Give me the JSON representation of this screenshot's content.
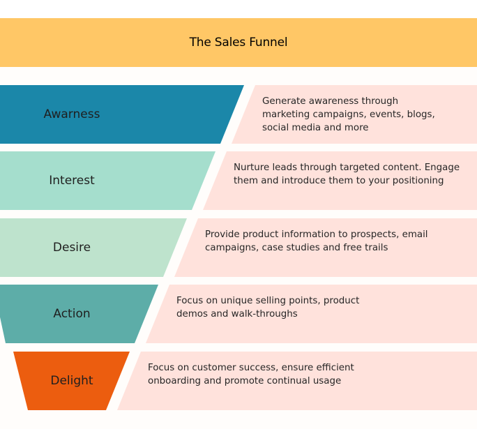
{
  "title": "The Sales Funnel",
  "stages": [
    {
      "label": "Awarness",
      "description": "Generate awareness through\nmarketing campaigns, events, blogs,\nsocial media and more",
      "color": "#1b87a9",
      "text_color": "#1f1f1f"
    },
    {
      "label": "Interest",
      "description": "Nurture leads through targeted content. Engage\nthem and introduce them to your positioning",
      "color": "#a5decd",
      "text_color": "#1f1f1f"
    },
    {
      "label": "Desire",
      "description": "Provide product information to prospects, email\ncampaigns, case studies and free trails",
      "color": "#bee3cd",
      "text_color": "#1f1f1f"
    },
    {
      "label": "Action",
      "description": "Focus on unique selling points,  product\ndemos and walk-throughs",
      "color": "#5dada8",
      "text_color": "#1f1f1f"
    },
    {
      "label": "Delight",
      "description": "Focus on customer success, ensure efficient\nonboarding and promote continual usage",
      "color": "#ec5d0f",
      "text_color": "#1f1f1f"
    }
  ],
  "colors": {
    "title_bar": "#ffc766",
    "description_bg": "#ffe2dc"
  }
}
